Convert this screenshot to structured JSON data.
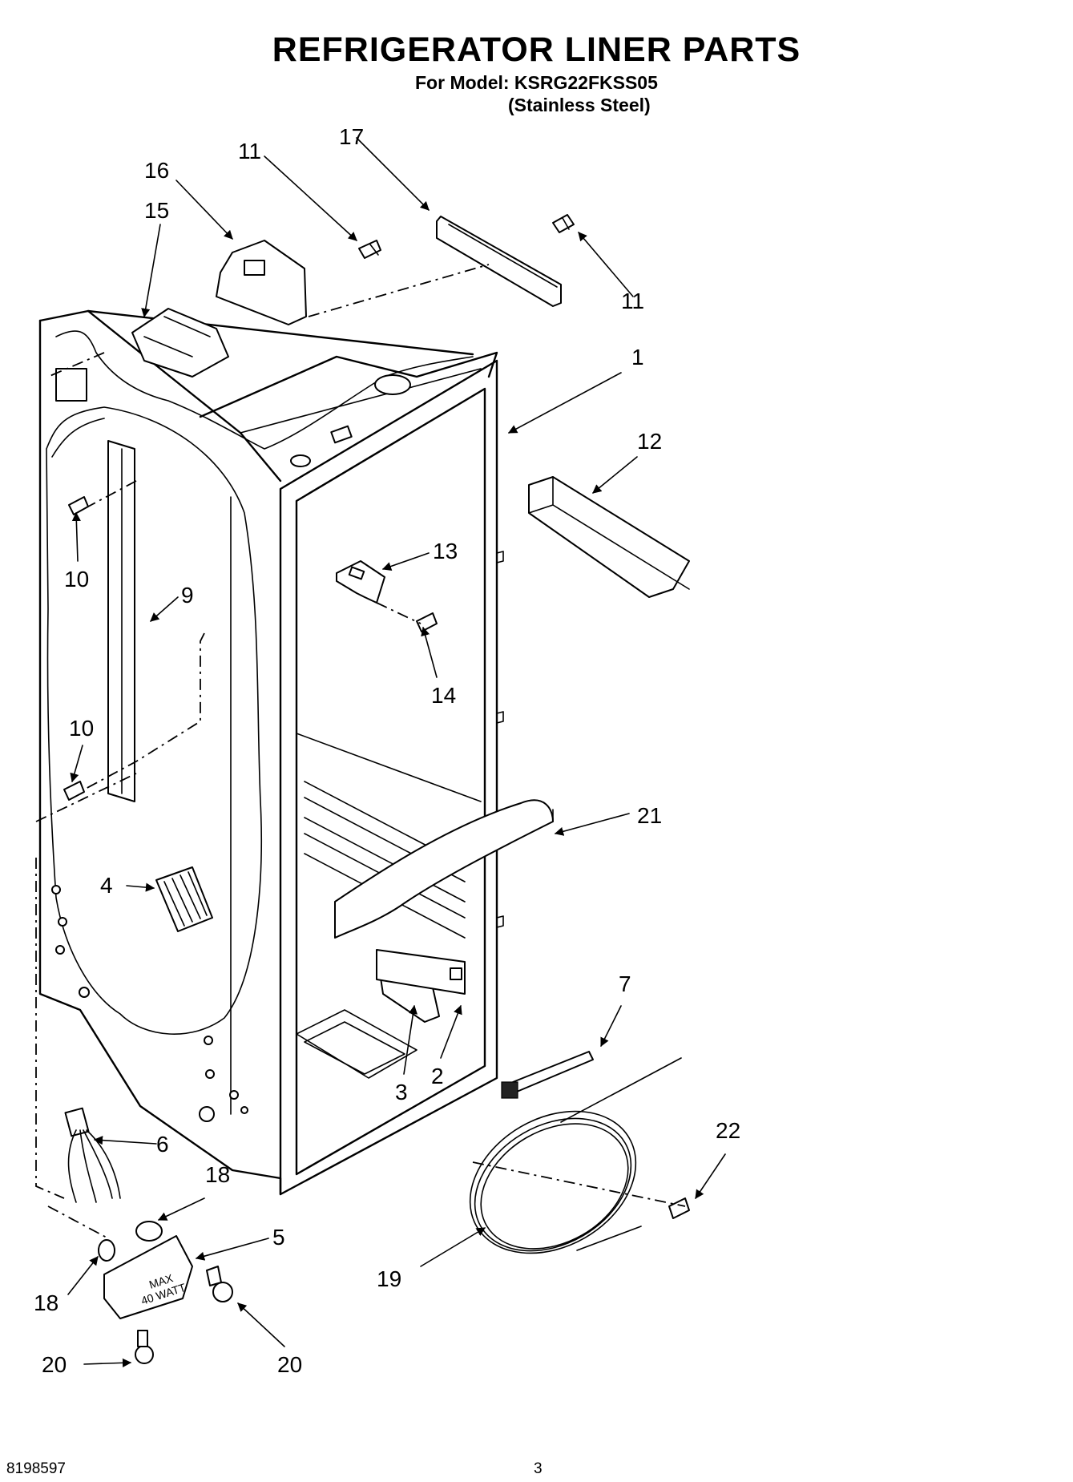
{
  "header": {
    "title": "REFRIGERATOR LINER PARTS",
    "model_line": "For Model: KSRG22FKSS05",
    "variant_line": "(Stainless Steel)"
  },
  "footer": {
    "doc_number": "8198597",
    "page_number": "3"
  },
  "callouts": [
    {
      "id": "c17",
      "text": "17"
    },
    {
      "id": "c11a",
      "text": "11"
    },
    {
      "id": "c16",
      "text": "16"
    },
    {
      "id": "c15",
      "text": "15"
    },
    {
      "id": "c11b",
      "text": "11"
    },
    {
      "id": "c1",
      "text": "1"
    },
    {
      "id": "c12",
      "text": "12"
    },
    {
      "id": "c13",
      "text": "13"
    },
    {
      "id": "c10a",
      "text": "10"
    },
    {
      "id": "c9",
      "text": "9"
    },
    {
      "id": "c14",
      "text": "14"
    },
    {
      "id": "c10b",
      "text": "10"
    },
    {
      "id": "c21",
      "text": "21"
    },
    {
      "id": "c4",
      "text": "4"
    },
    {
      "id": "c7",
      "text": "7"
    },
    {
      "id": "c3",
      "text": "3"
    },
    {
      "id": "c2",
      "text": "2"
    },
    {
      "id": "c22",
      "text": "22"
    },
    {
      "id": "c6",
      "text": "6"
    },
    {
      "id": "c18a",
      "text": "18"
    },
    {
      "id": "c5",
      "text": "5"
    },
    {
      "id": "c19",
      "text": "19"
    },
    {
      "id": "c18b",
      "text": "18"
    },
    {
      "id": "c20a",
      "text": "20"
    },
    {
      "id": "c20b",
      "text": "20"
    }
  ],
  "part_markings": {
    "bulb_housing_text_1": "MAX",
    "bulb_housing_text_2": "40 WATT"
  },
  "colors": {
    "ink": "#000000",
    "paper": "#ffffff"
  }
}
